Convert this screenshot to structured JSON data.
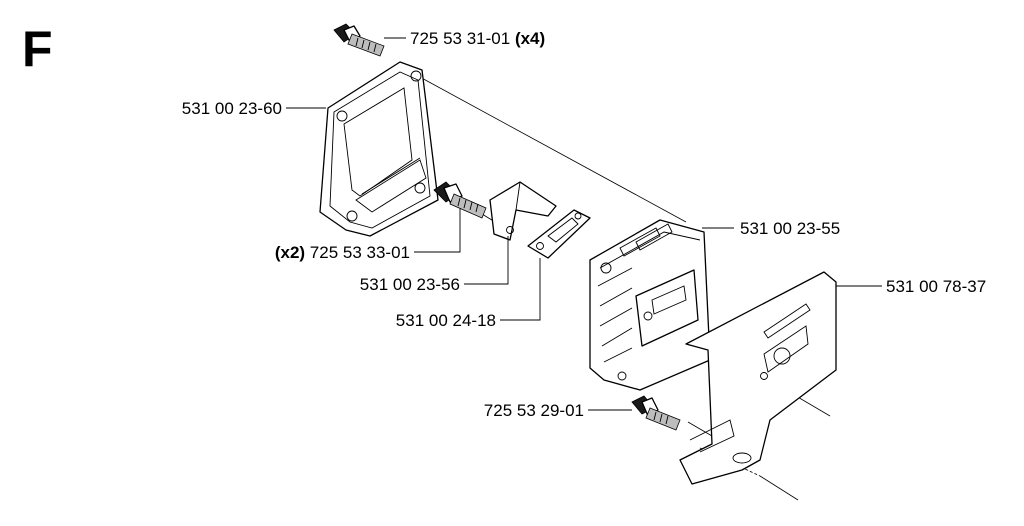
{
  "section_letter": "F",
  "labels": {
    "bolt_top": {
      "number": "725 53 31-01",
      "qty": "(x4)"
    },
    "cover": {
      "number": "531 00 23-60"
    },
    "bolt_middle": {
      "number": "725 53 33-01",
      "qty": "(x2)"
    },
    "bracket": {
      "number": "531 00 23-56"
    },
    "gasket": {
      "number": "531 00 24-18"
    },
    "muffler": {
      "number": "531 00 23-55"
    },
    "heat_shield": {
      "number": "531 00 78-37"
    },
    "bolt_bottom": {
      "number": "725 53 29-01"
    }
  }
}
